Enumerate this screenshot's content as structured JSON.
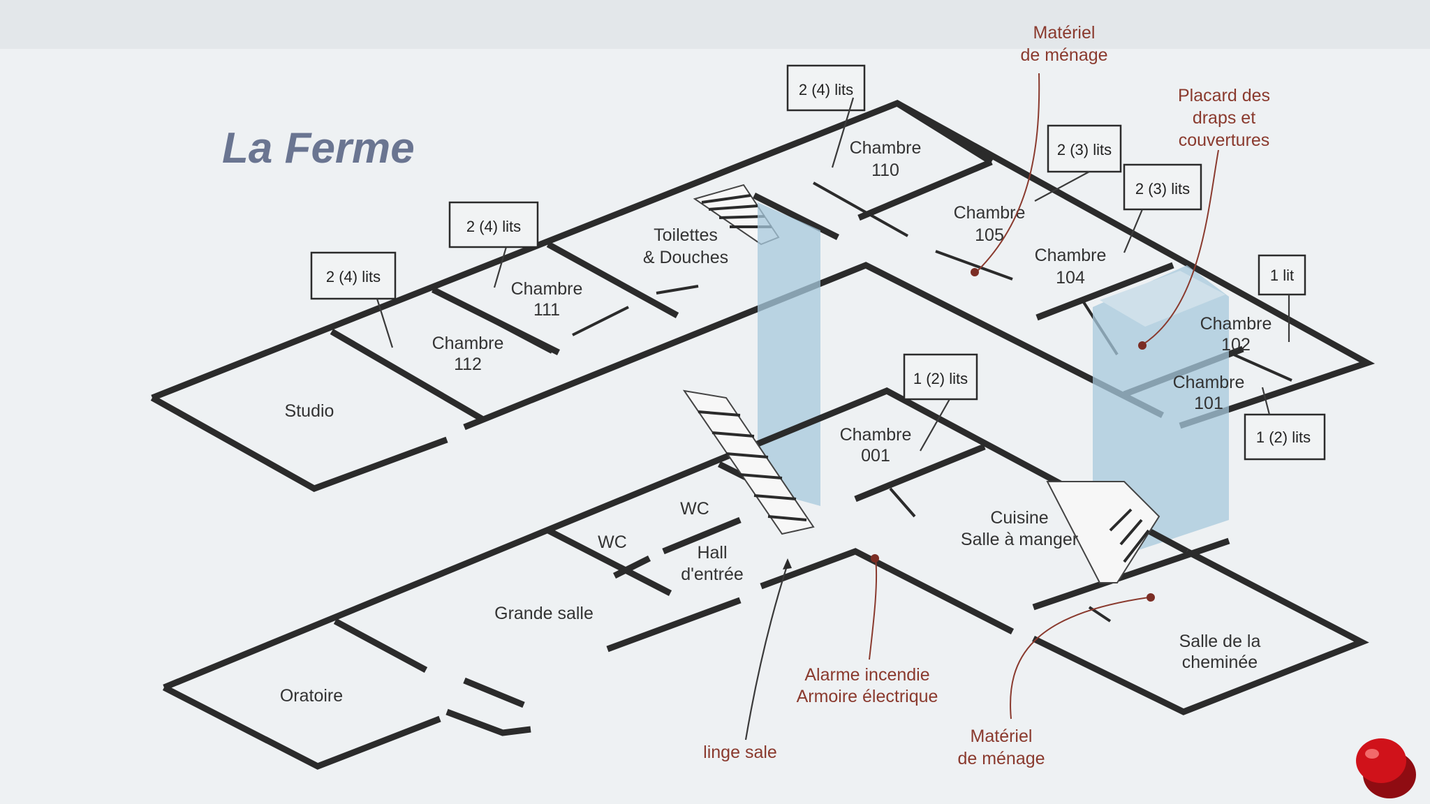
{
  "title": "La Ferme",
  "upper_rooms": {
    "studio": "Studio",
    "ch112": [
      "Chambre",
      "112"
    ],
    "ch111": [
      "Chambre",
      "111"
    ],
    "toilettes": [
      "Toilettes",
      "& Douches"
    ],
    "ch110": [
      "Chambre",
      "110"
    ],
    "ch105": [
      "Chambre",
      "105"
    ],
    "ch104": [
      "Chambre",
      "104"
    ],
    "ch102": [
      "Chambre",
      "102"
    ],
    "ch101": [
      "Chambre",
      "101"
    ]
  },
  "lower_rooms": {
    "oratoire": "Oratoire",
    "grande_salle": "Grande salle",
    "wc1": "WC",
    "wc2": "WC",
    "hall": [
      "Hall",
      "d'entrée"
    ],
    "ch001": [
      "Chambre",
      "001"
    ],
    "cuisine": [
      "Cuisine",
      "Salle à manger"
    ],
    "cheminee": [
      "Salle de la",
      "cheminée"
    ]
  },
  "bed_boxes": {
    "b112": "2 (4) lits",
    "b111": "2 (4) lits",
    "b110": "2 (4) lits",
    "b105": "2 (3) lits",
    "b104": "2 (3) lits",
    "b102": "1 lit",
    "b101": "1 (2) lits",
    "b001": "1 (2) lits"
  },
  "callouts": {
    "menage_top": [
      "Matériel",
      "de ménage"
    ],
    "placard": [
      "Placard des",
      "draps et",
      "couvertures"
    ],
    "alarme": [
      "Alarme incendie",
      "Armoire électrique"
    ],
    "linge": "linge sale",
    "menage_bottom": [
      "Matériel",
      "de ménage"
    ]
  },
  "colors": {
    "background": "#dde2e6",
    "paper": "#eef1f3",
    "walls": "#2b2b2b",
    "shaft": "#a7c8dc",
    "title": "#6a7591",
    "callout_text": "#8a3a2e",
    "pushpin": "#d0121a"
  }
}
